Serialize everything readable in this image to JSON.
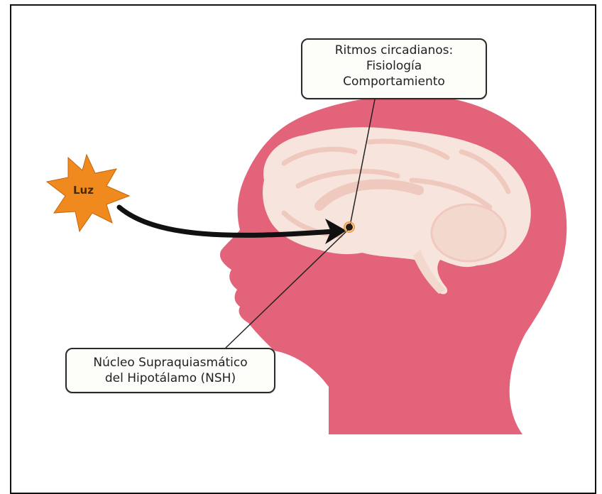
{
  "light_label": "Luz",
  "rhythms_box": {
    "line1": "Ritmos circadianos:",
    "line2": "Fisiología",
    "line3": "Comportamiento"
  },
  "nucleus_box": {
    "line1": "Núcleo Supraquiasmático",
    "line2": "del Hipotálamo (NSH)"
  },
  "colors": {
    "head": "#e3637a",
    "brain": "#f7e4dc",
    "star": "#f08a1f",
    "arrow": "#111111"
  }
}
